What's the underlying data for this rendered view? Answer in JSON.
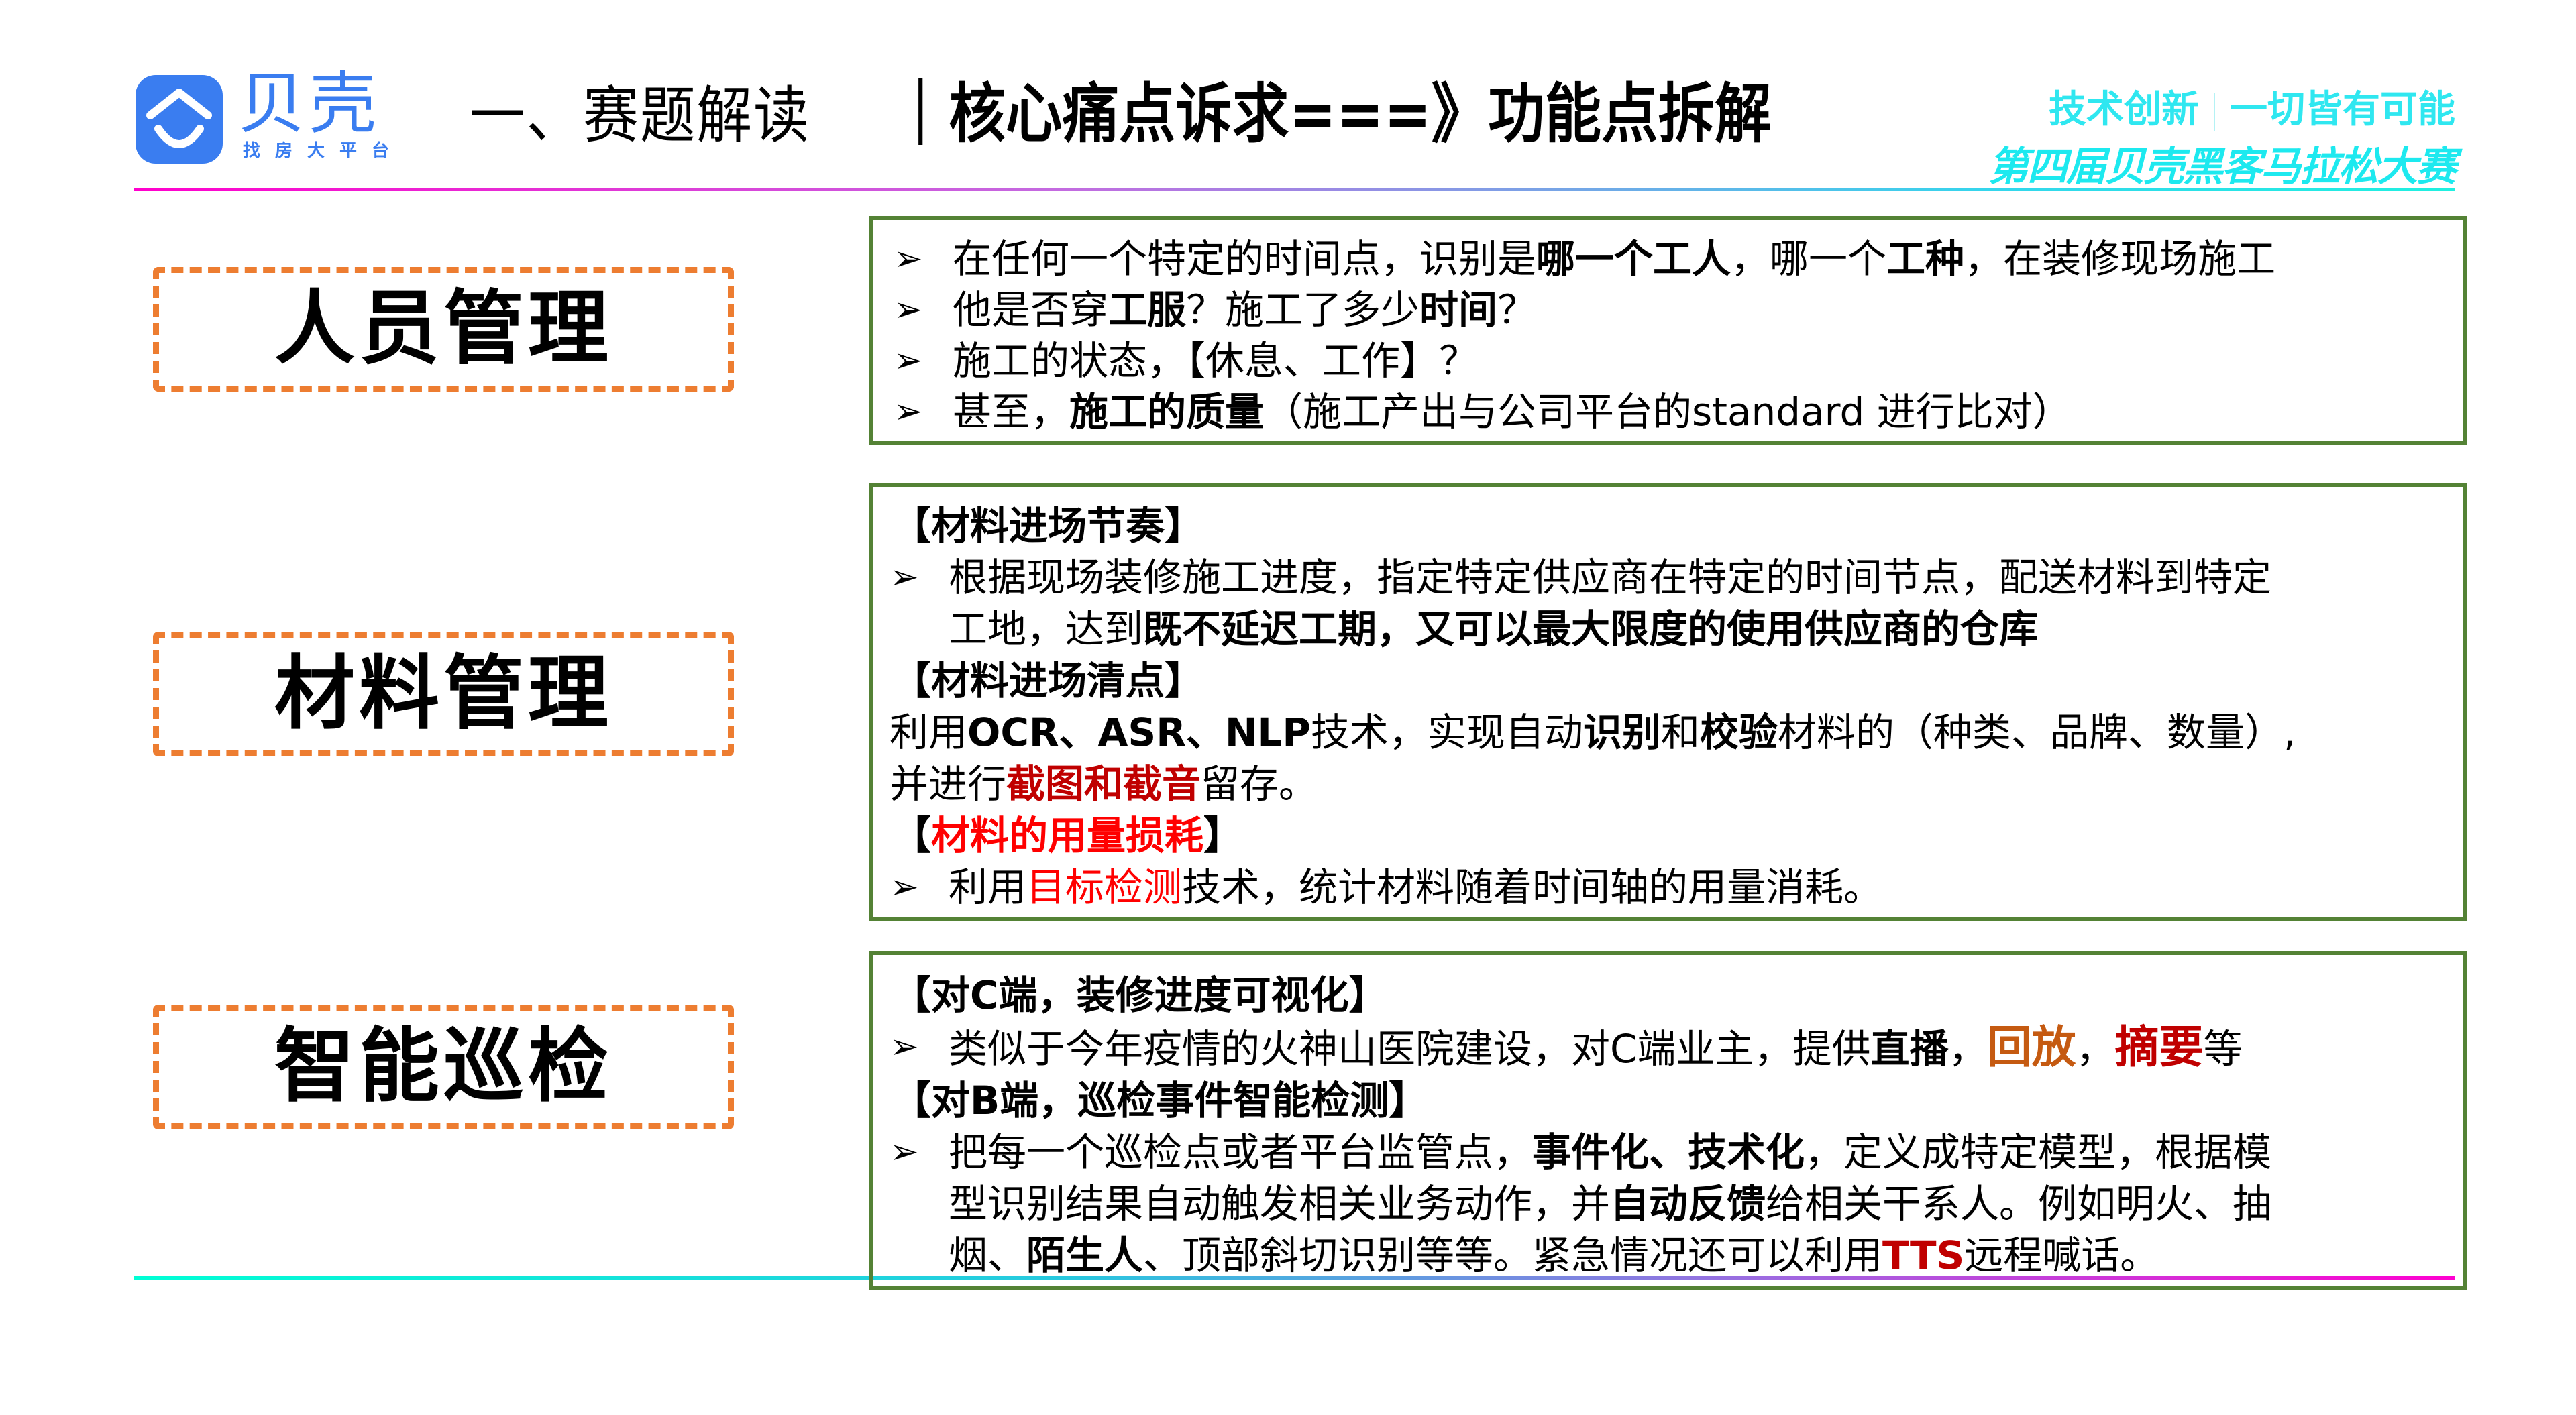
{
  "header": {
    "logo": {
      "name": "贝壳",
      "tagline": "找房大平台",
      "brand_color": "#3a7df0"
    },
    "title_prefix": "一、赛题解读",
    "title_main": "｜核心痛点诉求===》功能点拆解",
    "slogan_left": "技术创新",
    "slogan_right": "一切皆有可能",
    "event_name": "第四届贝壳黑客马拉松大赛",
    "accent_color": "#2fe7f0"
  },
  "colors": {
    "box_border": "#548235",
    "category_border": "#ed7d31",
    "highlight_red": "#ff0000",
    "highlight_dark_red": "#c00000",
    "highlight_orange": "#c55a11"
  },
  "sections": [
    {
      "category": "人员管理",
      "lines": [
        {
          "type": "bullet",
          "segments": [
            {
              "text": "在任何一个特定的时间点，识别是"
            },
            {
              "text": "哪一个工人",
              "style": "b"
            },
            {
              "text": "，哪一个"
            },
            {
              "text": "工种",
              "style": "b"
            },
            {
              "text": "，在装修现场施工"
            }
          ]
        },
        {
          "type": "bullet",
          "segments": [
            {
              "text": "他是否穿"
            },
            {
              "text": "工服",
              "style": "b"
            },
            {
              "text": "？施工了多少"
            },
            {
              "text": "时间",
              "style": "b"
            },
            {
              "text": "？"
            }
          ]
        },
        {
          "type": "bullet",
          "segments": [
            {
              "text": "施工的状态，【休息、工作】？"
            }
          ]
        },
        {
          "type": "bullet",
          "segments": [
            {
              "text": "甚至，"
            },
            {
              "text": "施工的质量",
              "style": "b"
            },
            {
              "text": "（施工产出与公司平台的standard 进行比对）"
            }
          ]
        }
      ]
    },
    {
      "category": "材料管理",
      "lines": [
        {
          "type": "heading",
          "segments": [
            {
              "text": "【材料进场节奏】"
            }
          ]
        },
        {
          "type": "bullet",
          "segments": [
            {
              "text": "根据现场装修施工进度，指定特定供应商在特定的时间节点，配送材料到特定"
            }
          ]
        },
        {
          "type": "continuation",
          "segments": [
            {
              "text": "工地，达到"
            },
            {
              "text": "既不延迟工期，又可以最大限度的使用供应商的仓库",
              "style": "b"
            }
          ]
        },
        {
          "type": "heading",
          "segments": [
            {
              "text": "【材料进场清点】"
            }
          ]
        },
        {
          "type": "plain",
          "segments": [
            {
              "text": "利用"
            },
            {
              "text": "OCR、ASR、NLP",
              "style": "b"
            },
            {
              "text": "技术，实现自动"
            },
            {
              "text": "识别",
              "style": "b"
            },
            {
              "text": "和"
            },
            {
              "text": "校验",
              "style": "b"
            },
            {
              "text": "材料的（种类、品牌、数量）,"
            }
          ]
        },
        {
          "type": "plain",
          "segments": [
            {
              "text": "并进行"
            },
            {
              "text": "截图和截音",
              "style": "dred"
            },
            {
              "text": "留存。"
            }
          ]
        },
        {
          "type": "heading",
          "segments": [
            {
              "text": "【"
            },
            {
              "text": "材料的用量损耗",
              "style": "red"
            },
            {
              "text": "】"
            }
          ]
        },
        {
          "type": "bullet",
          "segments": [
            {
              "text": "利用"
            },
            {
              "text": "目标检测",
              "style": "red"
            },
            {
              "text": "技术，统计材料随着时间轴的用量消耗。"
            }
          ]
        }
      ]
    },
    {
      "category": "智能巡检",
      "lines": [
        {
          "type": "heading",
          "segments": [
            {
              "text": "【对C端，装修进度可视化】"
            }
          ]
        },
        {
          "type": "bullet",
          "segments": [
            {
              "text": "类似于今年疫情的火神山医院建设，对C端业主，提供"
            },
            {
              "text": "直播",
              "style": "b"
            },
            {
              "text": "，"
            },
            {
              "text": "回放",
              "style": "orange"
            },
            {
              "text": "，"
            },
            {
              "text": "摘要",
              "style": "dred-big"
            },
            {
              "text": "等"
            }
          ]
        },
        {
          "type": "heading",
          "segments": [
            {
              "text": "【对B端，巡检事件智能检测】"
            }
          ]
        },
        {
          "type": "bullet",
          "segments": [
            {
              "text": "把每一个巡检点或者平台监管点，"
            },
            {
              "text": "事件化、技术化",
              "style": "b"
            },
            {
              "text": "，定义成特定模型，根据模"
            }
          ]
        },
        {
          "type": "continuation",
          "segments": [
            {
              "text": "型识别结果自动触发相关业务动作，并"
            },
            {
              "text": "自动反馈",
              "style": "b"
            },
            {
              "text": "给相关干系人。例如明火、抽"
            }
          ]
        },
        {
          "type": "continuation",
          "segments": [
            {
              "text": "烟、"
            },
            {
              "text": "陌生人",
              "style": "b"
            },
            {
              "text": "、顶部斜切识别等等。紧急情况还可以利用"
            },
            {
              "text": "TTS",
              "style": "dred"
            },
            {
              "text": "远程喊话。"
            }
          ]
        }
      ]
    }
  ],
  "icons": {
    "bullet": "➢",
    "logo": "house-smile-icon"
  }
}
